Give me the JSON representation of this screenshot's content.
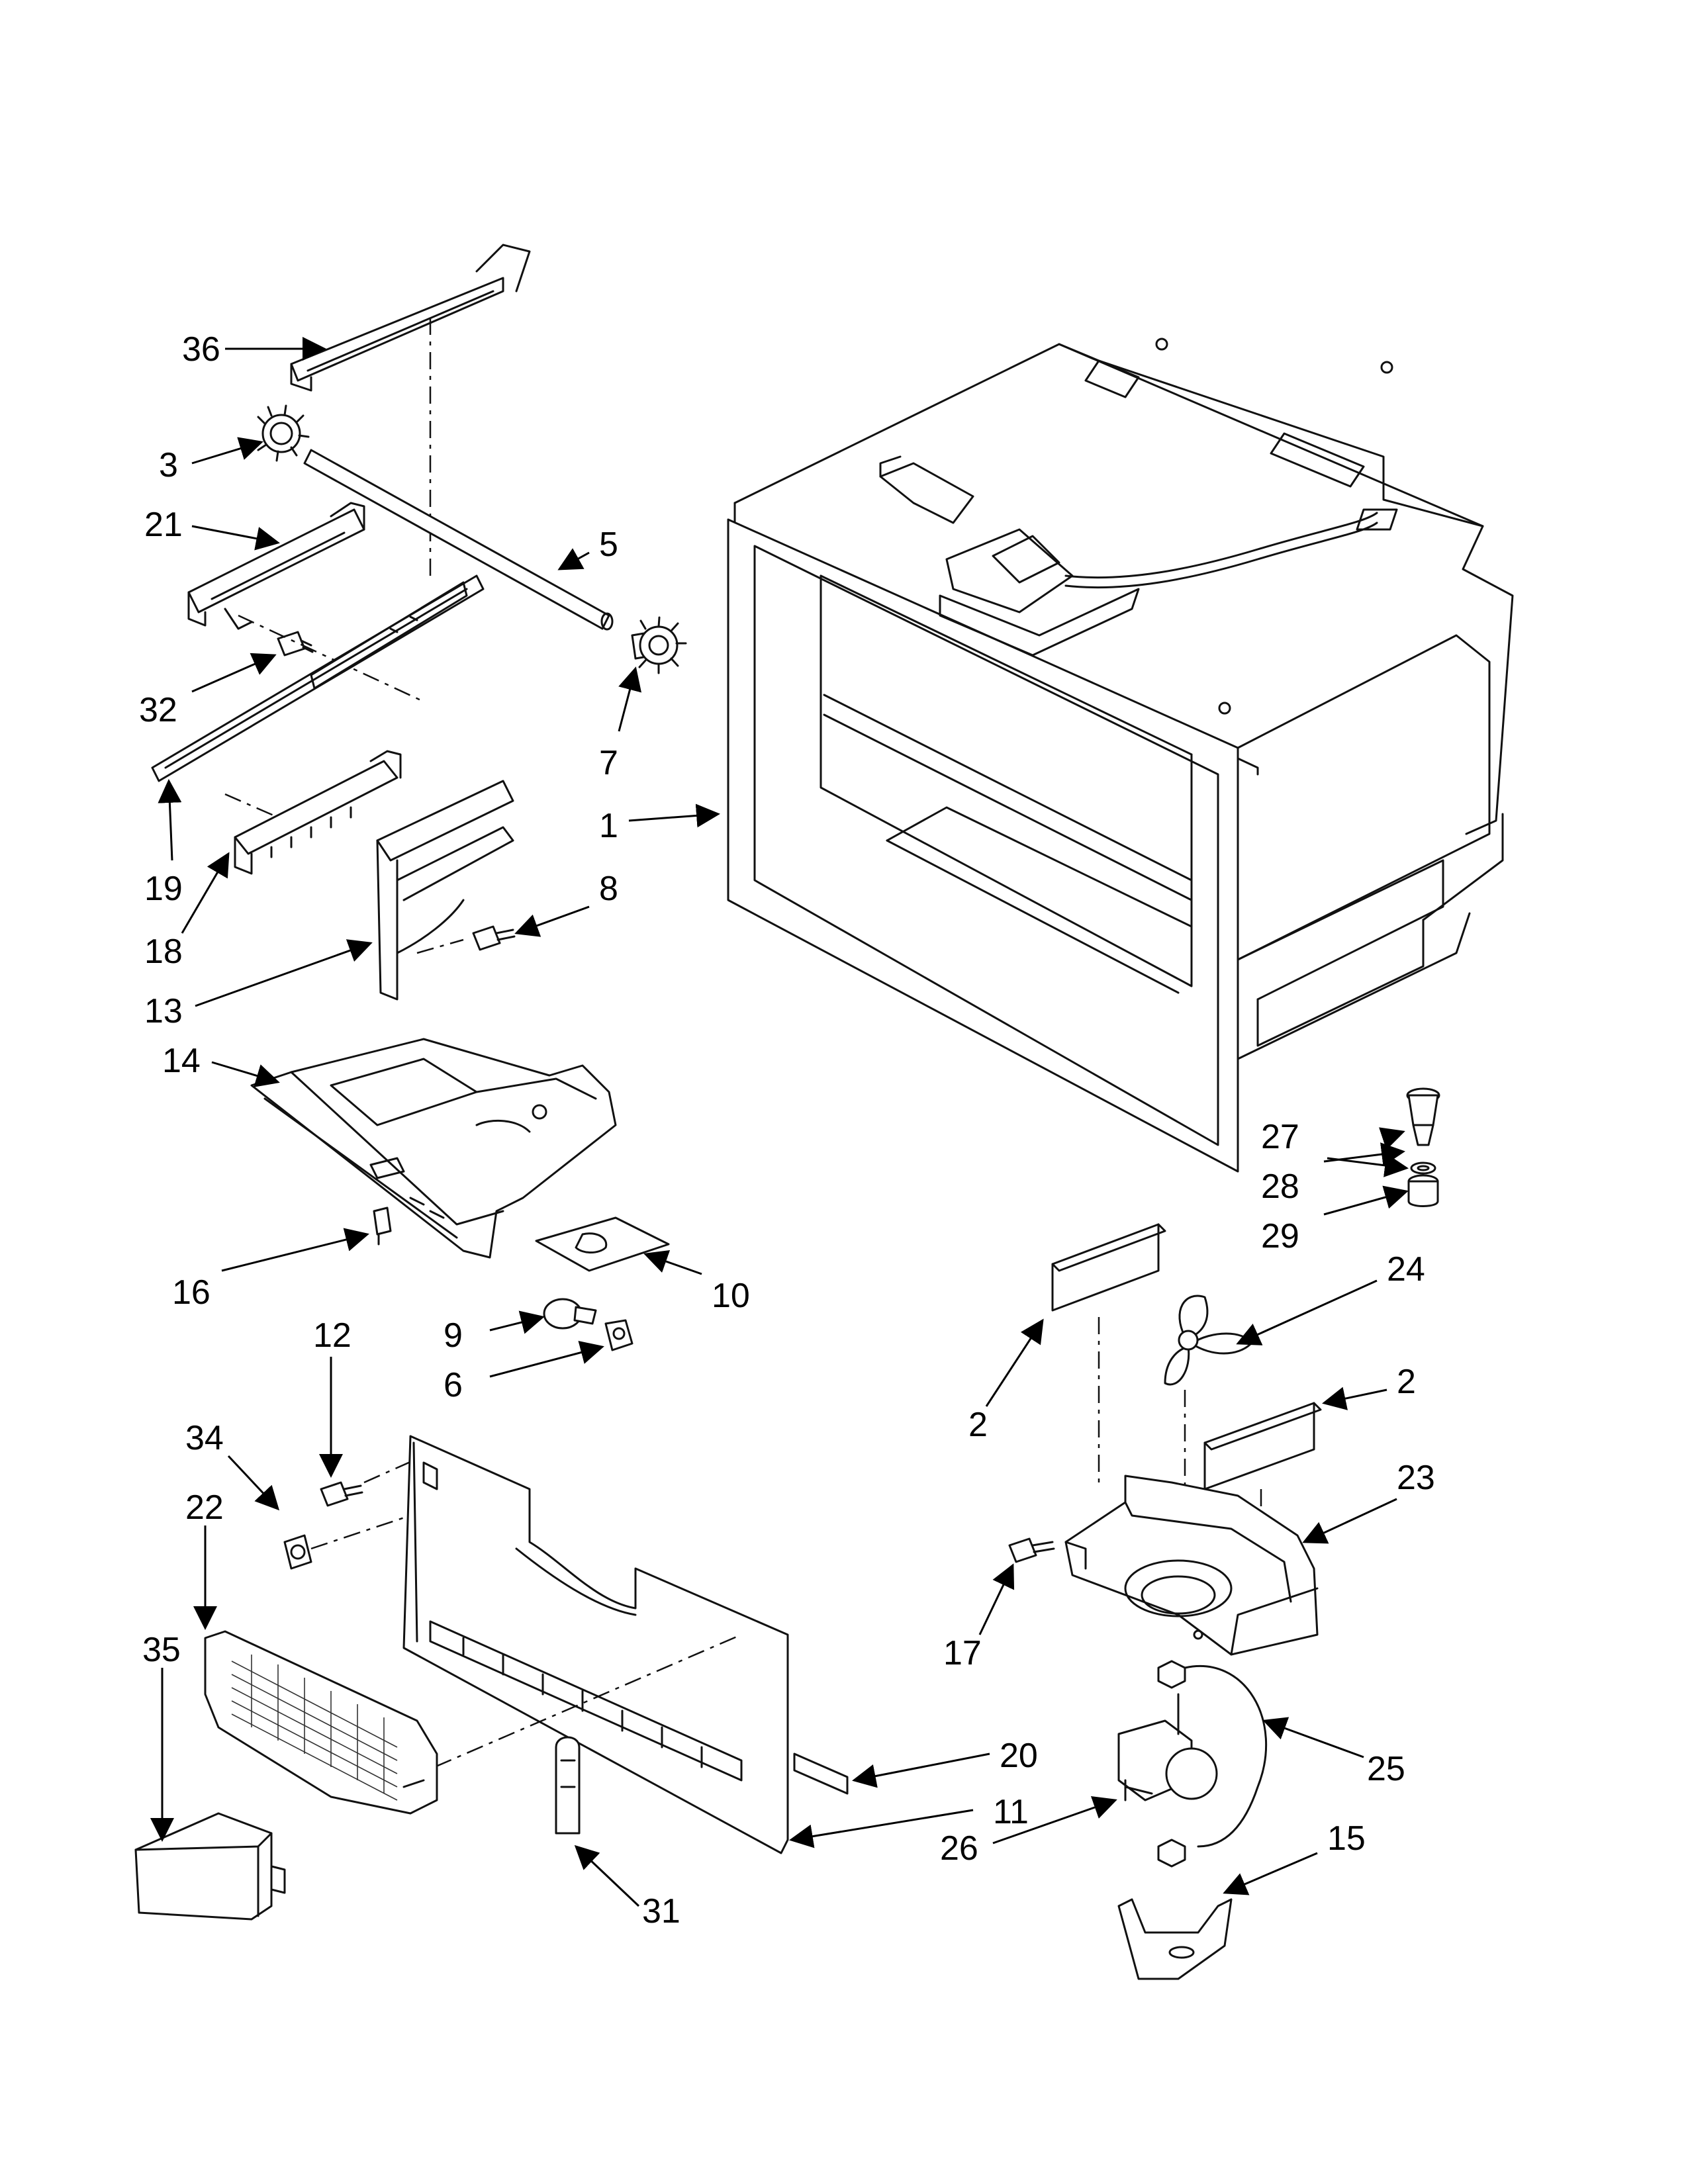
{
  "diagram": {
    "callouts": {
      "c1": "1",
      "c2a": "2",
      "c2b": "2",
      "c3": "3",
      "c5": "5",
      "c6": "6",
      "c7": "7",
      "c8": "8",
      "c9": "9",
      "c10": "10",
      "c11": "11",
      "c12": "12",
      "c13": "13",
      "c14": "14",
      "c15": "15",
      "c16": "16",
      "c17": "17",
      "c18": "18",
      "c19": "19",
      "c20": "20",
      "c21": "21",
      "c22": "22",
      "c23": "23",
      "c24": "24",
      "c25": "25",
      "c26": "26",
      "c27": "27",
      "c28": "28",
      "c29": "29",
      "c31": "31",
      "c32": "32",
      "c34": "34",
      "c35": "35",
      "c36": "36"
    }
  }
}
